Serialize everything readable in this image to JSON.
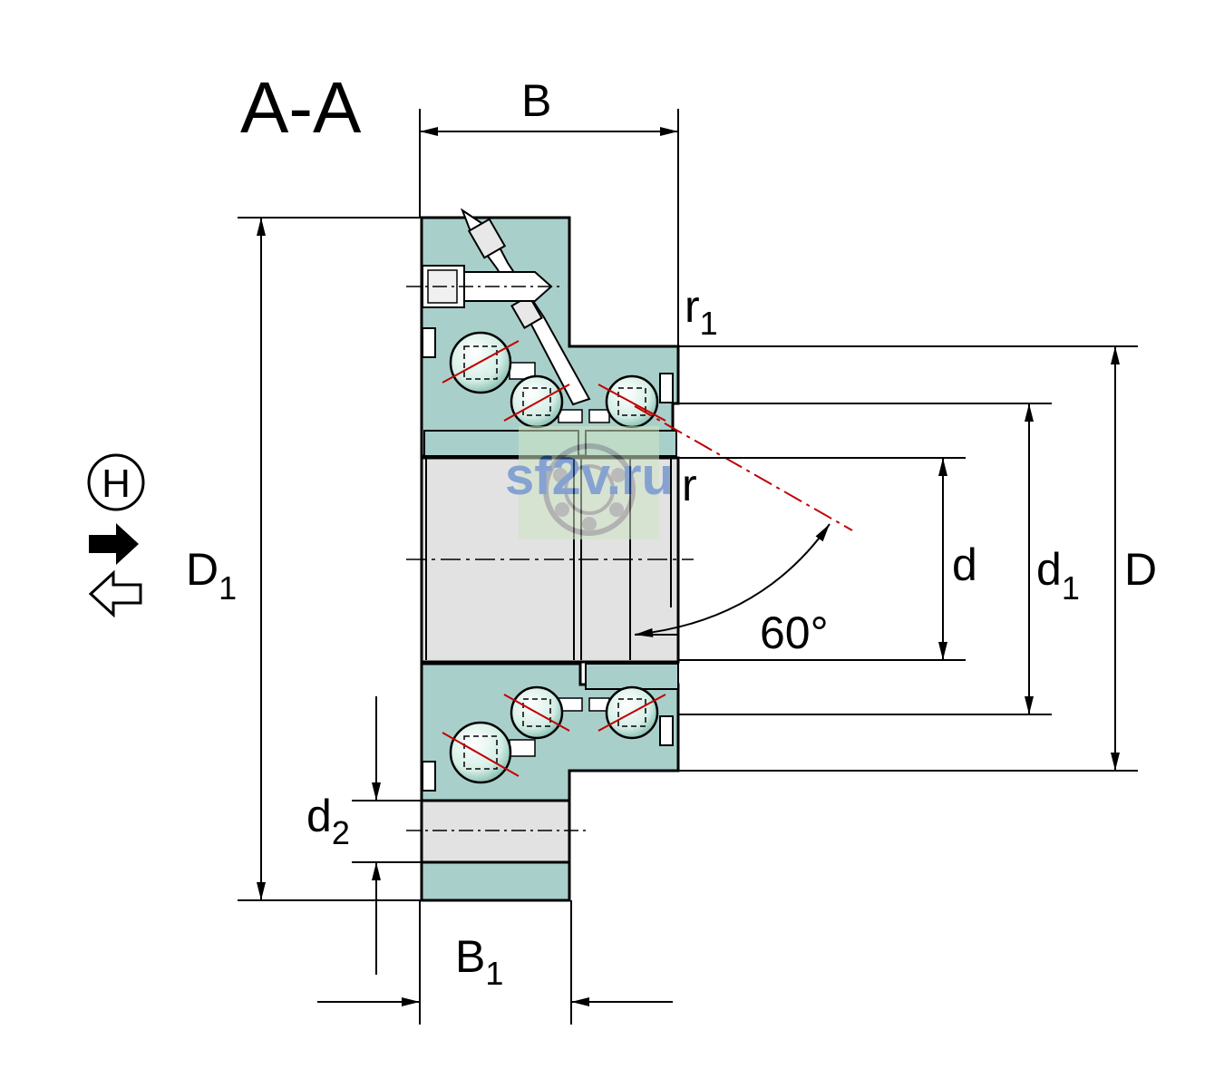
{
  "labels": {
    "section": "A-A",
    "B": "B",
    "r1_main": "r",
    "r1_sub": "1",
    "r": "r",
    "D1_main": "D",
    "D1_sub": "1",
    "d": "d",
    "d1_main": "d",
    "d1_sub": "1",
    "D": "D",
    "angle": "60°",
    "d2_main": "d",
    "d2_sub": "2",
    "B1_main": "B",
    "B1_sub": "1"
  },
  "symbols": {
    "h": "H"
  },
  "watermark": "sf2v.ru",
  "colors": {
    "ring_fill": "#a9cfcb",
    "bore_fill": "#e2e2e2",
    "contact_line": "#c00000",
    "watermark_text": "#3a6fc4"
  }
}
